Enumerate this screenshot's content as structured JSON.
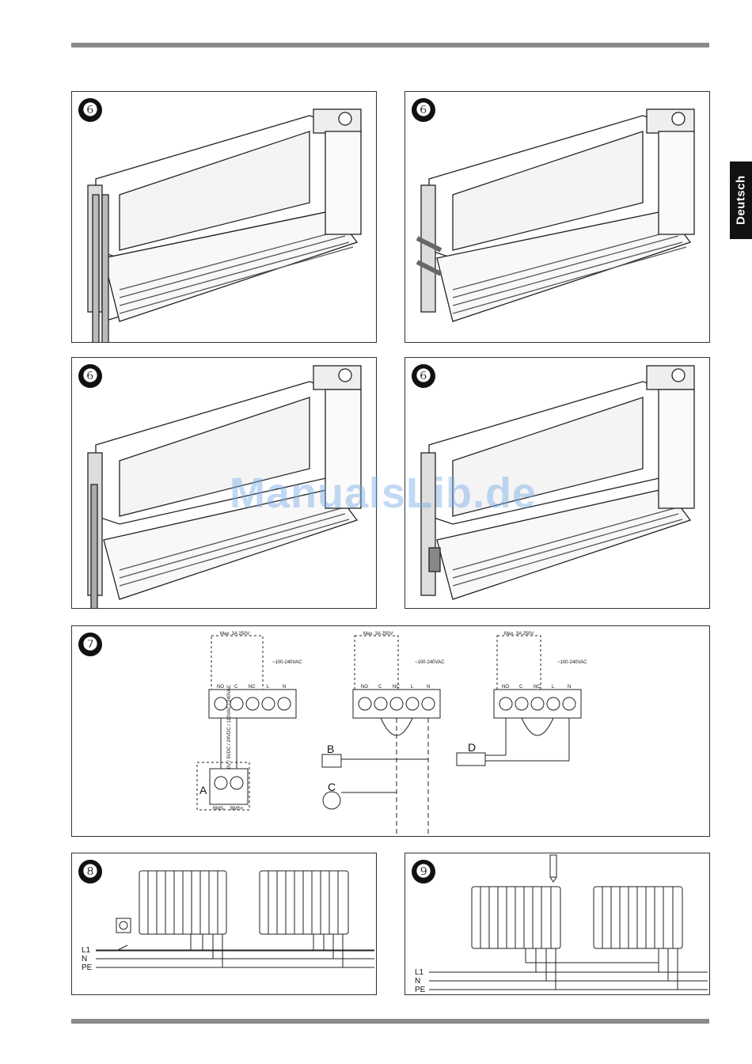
{
  "side_tab": "Deutsch",
  "watermark": "ManualsLib.de",
  "steps": {
    "six": "❻",
    "seven": "❼",
    "eight": "❽",
    "nine": "❾"
  },
  "wiring": {
    "relay_rating": "Max. 3A 250V",
    "supply_rating": "~100-240VAC",
    "neutral": "N",
    "terminals": [
      "NO",
      "C",
      "NC",
      "L",
      "N"
    ],
    "bms_terminals": [
      "BMS-",
      "BMS+"
    ],
    "bms_voltage": "0V / 5VDC / 24VDC / 110VAC / 240VAC",
    "labels": {
      "a": "A",
      "b": "B",
      "c": "C",
      "d": "D"
    }
  },
  "lines": {
    "l1": "L1",
    "n": "N",
    "pe": "PE"
  }
}
